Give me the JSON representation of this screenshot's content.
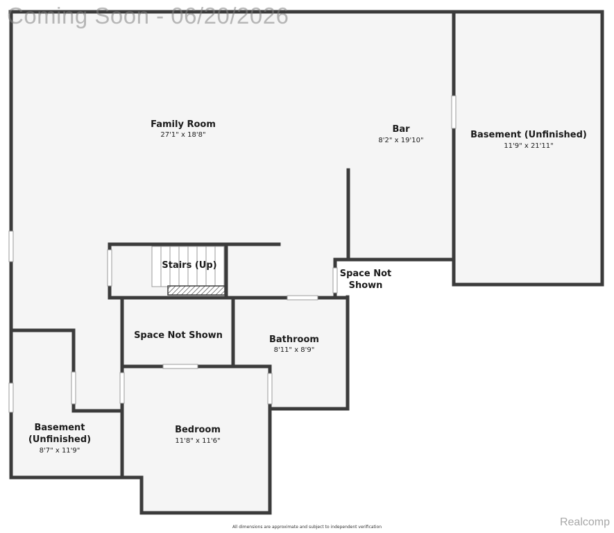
{
  "watermark": "Coming Soon - 06/20/2026",
  "disclaimer": "All dimensions are approximate and subject to independent verification",
  "brand": "Realcomp",
  "colors": {
    "wall": "#3b3b3b",
    "floor": "#f5f5f5",
    "background": "#ffffff"
  },
  "rooms": {
    "family_room": {
      "name": "Family Room",
      "dims": "27'1\" x 18'8\""
    },
    "bar": {
      "name": "Bar",
      "dims": "8'2\" x 19'10\""
    },
    "basement_right": {
      "name": "Basement (Unfinished)",
      "dims": "11'9\" x 21'11\""
    },
    "stairs": {
      "name": "Stairs (Up)"
    },
    "space_not_shown_right": {
      "name_line1": "Space Not",
      "name_line2": "Shown"
    },
    "space_not_shown_center": {
      "name": "Space Not Shown"
    },
    "bathroom": {
      "name": "Bathroom",
      "dims": "8'11\" x 8'9\""
    },
    "bedroom": {
      "name": "Bedroom",
      "dims": "11'8\" x 11'6\""
    },
    "basement_left": {
      "name_line1": "Basement",
      "name_line2": "(Unfinished)",
      "dims": "8'7\" x 11'9\""
    }
  }
}
